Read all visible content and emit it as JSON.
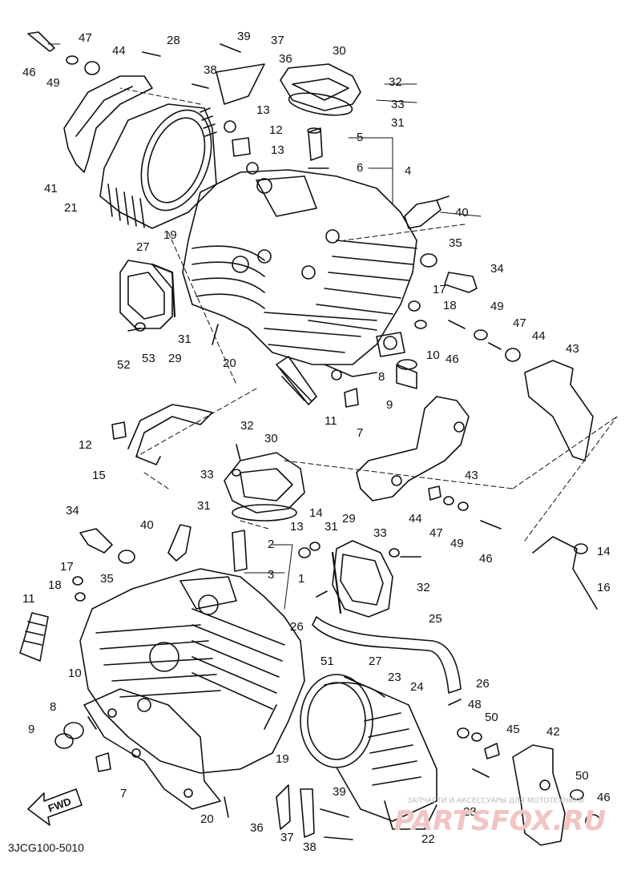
{
  "reference_code": "3JCG100-5010",
  "direction_label": "FWD",
  "watermark": {
    "tagline": "ЗАПЧАСТИ И АКСЕССУАРЫ ДЛЯ МОТОТЕХНИКИ",
    "brand": "PARTSFOX.RU"
  },
  "colors": {
    "line": "#111111",
    "watermark": "#f2c4c4"
  },
  "callouts": [
    {
      "id": "c46a",
      "label": "46"
    },
    {
      "id": "c47a",
      "label": "47"
    },
    {
      "id": "c49a",
      "label": "49"
    },
    {
      "id": "c44a",
      "label": "44"
    },
    {
      "id": "c28a",
      "label": "28"
    },
    {
      "id": "c39a",
      "label": "39"
    },
    {
      "id": "c37a",
      "label": "37"
    },
    {
      "id": "c36a",
      "label": "36"
    },
    {
      "id": "c38a",
      "label": "38"
    },
    {
      "id": "c30a",
      "label": "30"
    },
    {
      "id": "c32a",
      "label": "32"
    },
    {
      "id": "c33a",
      "label": "33"
    },
    {
      "id": "c31a",
      "label": "31"
    },
    {
      "id": "c13a",
      "label": "13"
    },
    {
      "id": "c12a",
      "label": "12"
    },
    {
      "id": "c13b",
      "label": "13"
    },
    {
      "id": "c5a",
      "label": "5"
    },
    {
      "id": "c6a",
      "label": "6"
    },
    {
      "id": "c4a",
      "label": "4"
    },
    {
      "id": "c41a",
      "label": "41"
    },
    {
      "id": "c21a",
      "label": "21"
    },
    {
      "id": "c19a",
      "label": "19"
    },
    {
      "id": "c27a",
      "label": "27"
    },
    {
      "id": "c40a",
      "label": "40"
    },
    {
      "id": "c35a",
      "label": "35"
    },
    {
      "id": "c34a",
      "label": "34"
    },
    {
      "id": "c17a",
      "label": "17"
    },
    {
      "id": "c18a",
      "label": "18"
    },
    {
      "id": "c49b",
      "label": "49"
    },
    {
      "id": "c47b",
      "label": "47"
    },
    {
      "id": "c44b",
      "label": "44"
    },
    {
      "id": "c43a",
      "label": "43"
    },
    {
      "id": "c46b",
      "label": "46"
    },
    {
      "id": "c10a",
      "label": "10"
    },
    {
      "id": "c31b",
      "label": "31"
    },
    {
      "id": "c52a",
      "label": "52"
    },
    {
      "id": "c53a",
      "label": "53"
    },
    {
      "id": "c29a",
      "label": "29"
    },
    {
      "id": "c20a",
      "label": "20"
    },
    {
      "id": "c8a",
      "label": "8"
    },
    {
      "id": "c9a",
      "label": "9"
    },
    {
      "id": "c7a",
      "label": "7"
    },
    {
      "id": "c11a",
      "label": "11"
    },
    {
      "id": "c12b",
      "label": "12"
    },
    {
      "id": "c15a",
      "label": "15"
    },
    {
      "id": "c32b",
      "label": "32"
    },
    {
      "id": "c30b",
      "label": "30"
    },
    {
      "id": "c33b",
      "label": "33"
    },
    {
      "id": "c43b",
      "label": "43"
    },
    {
      "id": "c31c",
      "label": "31"
    },
    {
      "id": "c34b",
      "label": "34"
    },
    {
      "id": "c40b",
      "label": "40"
    },
    {
      "id": "c35b",
      "label": "35"
    },
    {
      "id": "c2a",
      "label": "2"
    },
    {
      "id": "c3a",
      "label": "3"
    },
    {
      "id": "c1a",
      "label": "1"
    },
    {
      "id": "c13c",
      "label": "13"
    },
    {
      "id": "c14a",
      "label": "14"
    },
    {
      "id": "c31d",
      "label": "31"
    },
    {
      "id": "c29b",
      "label": "29"
    },
    {
      "id": "c33c",
      "label": "33"
    },
    {
      "id": "c32c",
      "label": "32"
    },
    {
      "id": "c44c",
      "label": "44"
    },
    {
      "id": "c47c",
      "label": "47"
    },
    {
      "id": "c49c",
      "label": "49"
    },
    {
      "id": "c46c",
      "label": "46"
    },
    {
      "id": "c14b",
      "label": "14"
    },
    {
      "id": "c16a",
      "label": "16"
    },
    {
      "id": "c11b",
      "label": "11"
    },
    {
      "id": "c17b",
      "label": "17"
    },
    {
      "id": "c18b",
      "label": "18"
    },
    {
      "id": "c26a",
      "label": "26"
    },
    {
      "id": "c25a",
      "label": "25"
    },
    {
      "id": "c10b",
      "label": "10"
    },
    {
      "id": "c51a",
      "label": "51"
    },
    {
      "id": "c27b",
      "label": "27"
    },
    {
      "id": "c23a",
      "label": "23"
    },
    {
      "id": "c24a",
      "label": "24"
    },
    {
      "id": "c26b",
      "label": "26"
    },
    {
      "id": "c8b",
      "label": "8"
    },
    {
      "id": "c9b",
      "label": "9"
    },
    {
      "id": "c48a",
      "label": "48"
    },
    {
      "id": "c50a",
      "label": "50"
    },
    {
      "id": "c45a",
      "label": "45"
    },
    {
      "id": "c42a",
      "label": "42"
    },
    {
      "id": "c19b",
      "label": "19"
    },
    {
      "id": "c7b",
      "label": "7"
    },
    {
      "id": "c39b",
      "label": "39"
    },
    {
      "id": "c50b",
      "label": "50"
    },
    {
      "id": "c46d",
      "label": "46"
    },
    {
      "id": "c20b",
      "label": "20"
    },
    {
      "id": "c28b",
      "label": "28"
    },
    {
      "id": "c36b",
      "label": "36"
    },
    {
      "id": "c37b",
      "label": "37"
    },
    {
      "id": "c38b",
      "label": "38"
    },
    {
      "id": "c22a",
      "label": "22"
    }
  ]
}
